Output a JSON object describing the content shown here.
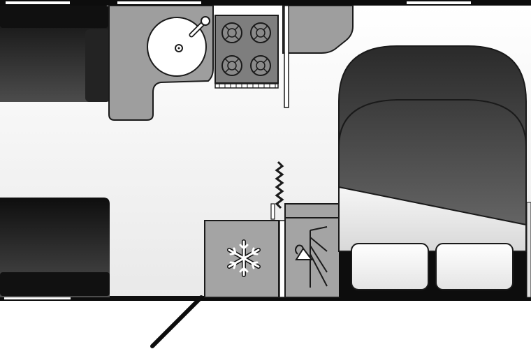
{
  "plan": {
    "colors": {
      "wall": "#0d0d0d",
      "floor_light": "#ffffff",
      "floor_shade": "#eeeeee",
      "counter": "#9e9e9e",
      "cabinet": "#a4a4a4",
      "upholstery_dark": "#141414",
      "upholstery_light": "#4d4d4d",
      "pillow": "#ffffff",
      "sink_bowl": "#ffffff"
    },
    "fixtures": [
      {
        "name": "front-sofa",
        "kind": "sofa"
      },
      {
        "name": "rear-sofa",
        "kind": "sofa"
      },
      {
        "name": "kitchen-counter",
        "kind": "counter"
      },
      {
        "name": "round-sink",
        "kind": "sink",
        "icon": "sink-icon"
      },
      {
        "name": "gas-hob",
        "kind": "hob",
        "burners": 4,
        "icon": "burner-icon"
      },
      {
        "name": "fridge-unit",
        "kind": "cabinet",
        "icon": "snowflake-icon"
      },
      {
        "name": "wardrobe-unit",
        "kind": "cabinet",
        "icon": "coat-hanger-icon"
      },
      {
        "name": "island-bed",
        "kind": "bed"
      },
      {
        "name": "bed-pillows",
        "kind": "pillow",
        "count": 2
      },
      {
        "name": "heater-zigzag",
        "kind": "heater",
        "icon": "heater-icon"
      },
      {
        "name": "entrance-door",
        "kind": "door"
      }
    ]
  }
}
